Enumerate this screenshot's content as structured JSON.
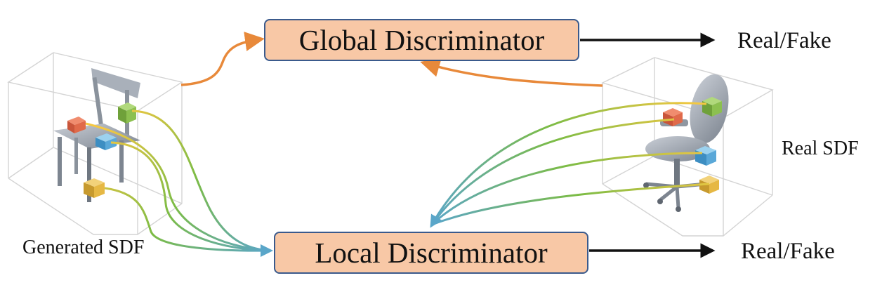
{
  "global_discriminator": {
    "label": "Global Discriminator"
  },
  "local_discriminator": {
    "label": "Local Discriminator"
  },
  "outputs": {
    "global": "Real/Fake",
    "local": "Real/Fake"
  },
  "inputs": {
    "real": "Real SDF",
    "generated": "Generated SDF"
  },
  "colors": {
    "box_fill": "#f8c8a6",
    "box_border": "#3a5a8c",
    "global_arrow": "#e8893a",
    "local_arrow_start": "#f2c443",
    "local_arrow_end": "#5aa6c9",
    "patch_red": "#e06a4a",
    "patch_green": "#8cc050",
    "patch_blue": "#5aa8d8",
    "patch_yellow": "#e6b844"
  }
}
